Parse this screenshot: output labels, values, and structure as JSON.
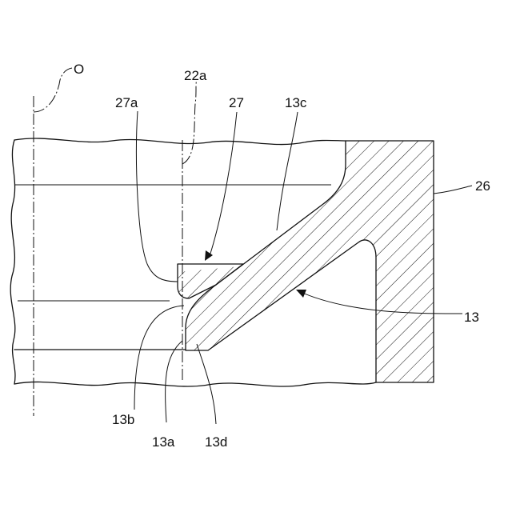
{
  "figure": {
    "labels": {
      "axis_o": "O",
      "line_22a": "22a",
      "part_27a": "27a",
      "part_27": "27",
      "part_13c": "13c",
      "part_26": "26",
      "part_13": "13",
      "part_13b": "13b",
      "part_13a": "13a",
      "part_13d": "13d"
    },
    "colors": {
      "line": "#111111",
      "background": "#ffffff",
      "hatch": "#111111"
    }
  }
}
